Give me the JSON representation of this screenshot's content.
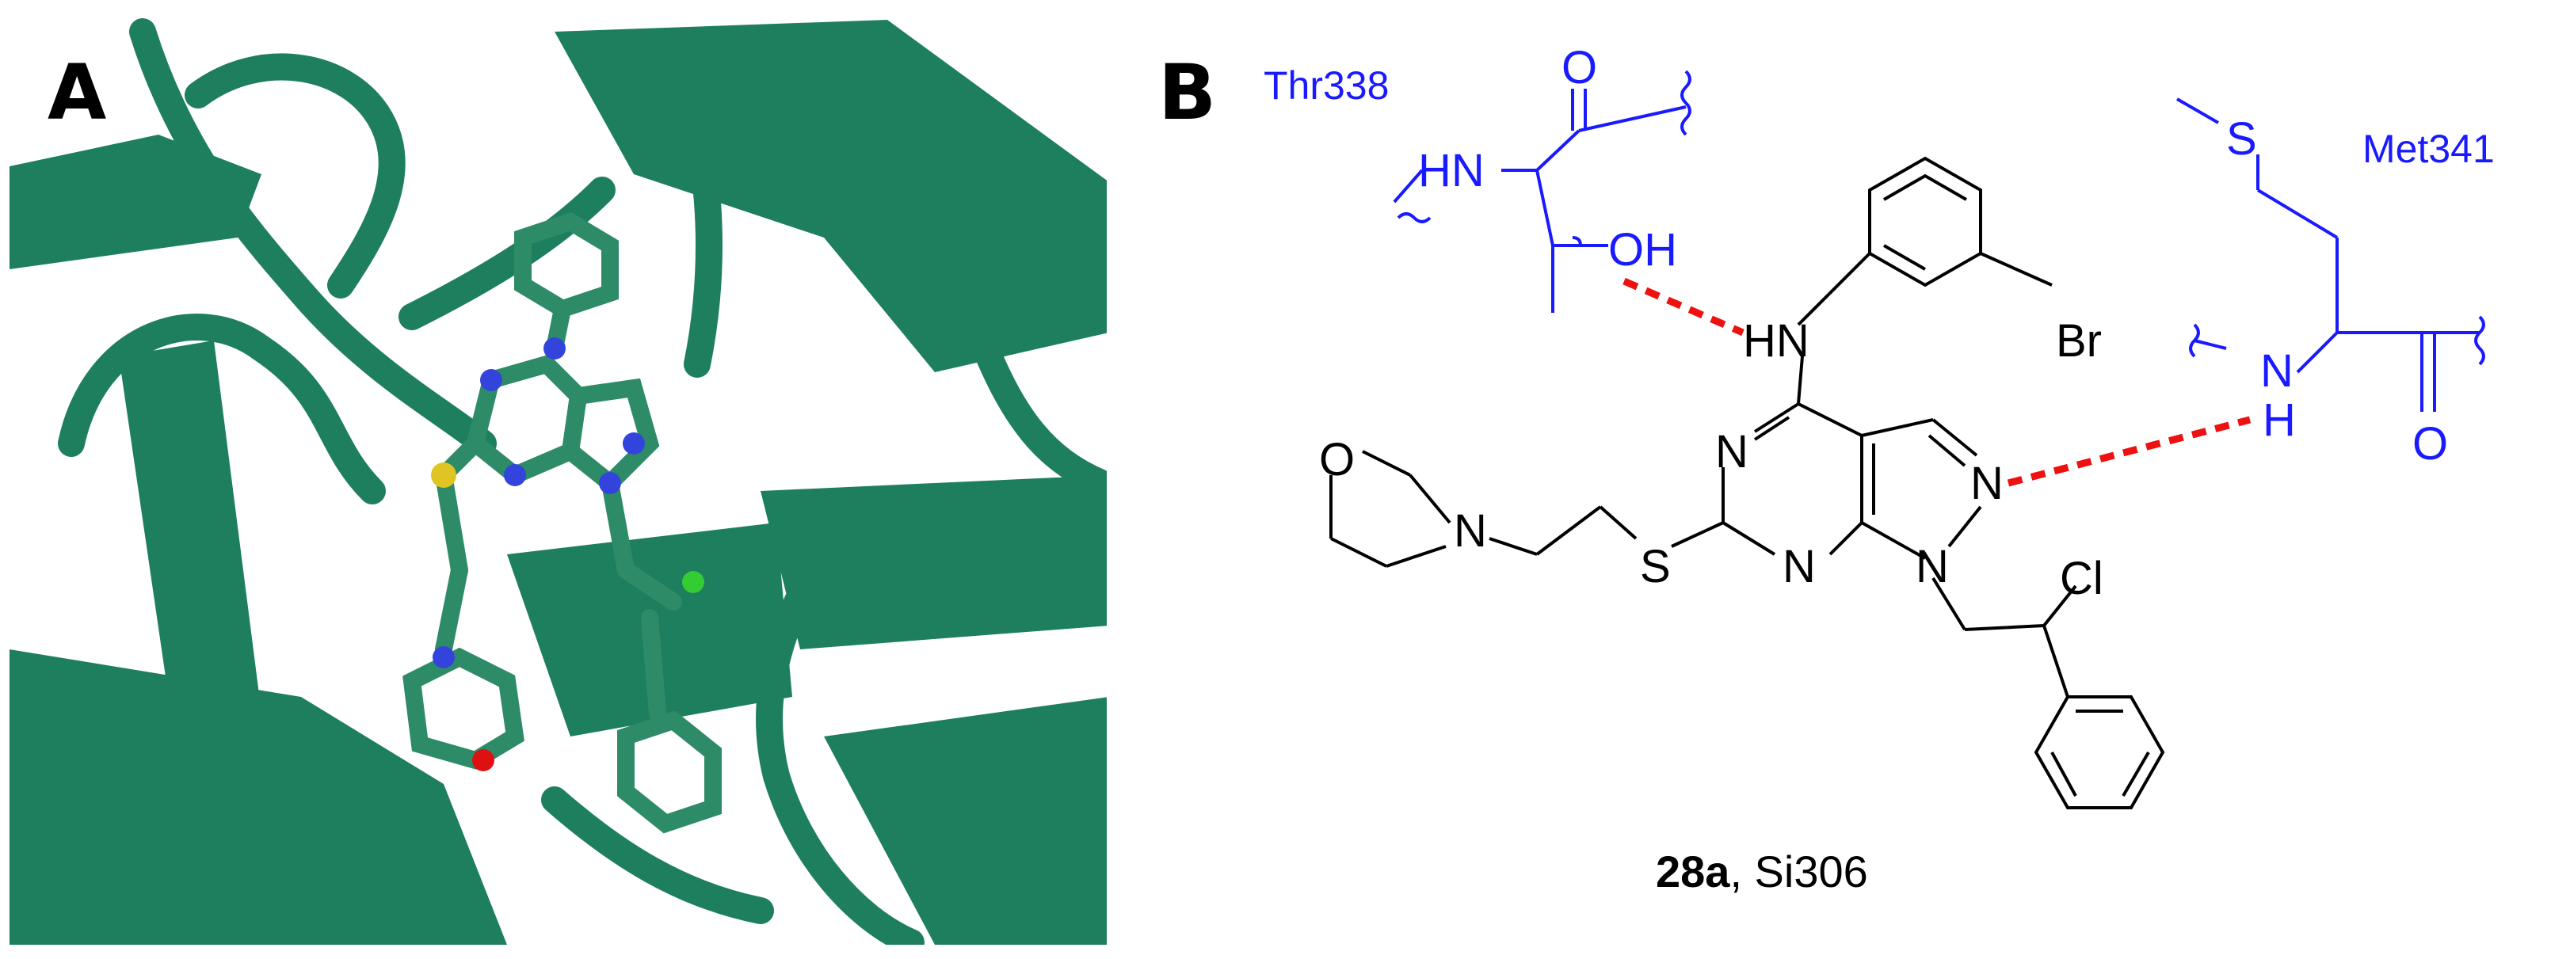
{
  "panels": {
    "a": {
      "letter": "A"
    },
    "b": {
      "letter": "B"
    }
  },
  "colors": {
    "protein_ribbon": "#1e7f5f",
    "ligand_carbon": "#2e8b68",
    "nitrogen": "#3344dd",
    "sulfur": "#e0c424",
    "oxygen": "#dd1111",
    "chlorine": "#33cc33",
    "residue": "#1a1aff",
    "ligand_structure": "#000000",
    "hbond": "#ee1111"
  },
  "residues": {
    "thr": {
      "name": "Thr338",
      "oxygen": "O",
      "amine": "HN",
      "hydroxyl": "OH"
    },
    "met": {
      "name": "Met341",
      "sulfur": "S",
      "amine_n": "N",
      "amine_h": "H",
      "oxygen": "O"
    }
  },
  "ligand": {
    "amine": "HN",
    "bromo": "Br",
    "n_ring_left": "N",
    "n_ring_bottom": "N",
    "n_pyrazole": "N",
    "n_attached": "N",
    "chloro": "Cl",
    "thioether": "S",
    "morph_o": "O",
    "morph_n": "N"
  },
  "caption": {
    "compound_id": "28a",
    "rest": ", Si306"
  }
}
